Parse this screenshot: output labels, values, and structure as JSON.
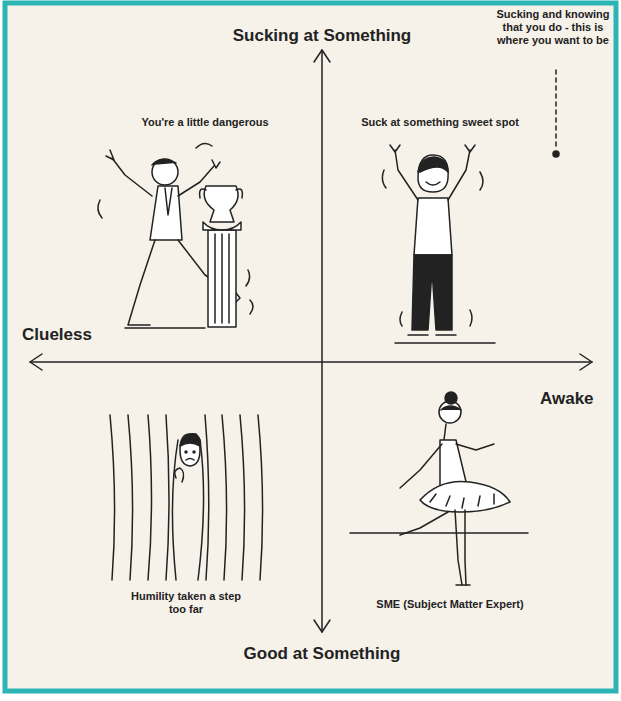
{
  "diagram": {
    "labels": [
      "Sucking at Something",
      "Sucking and knowing that you do - this is where you want to be",
      "You're a little dangerous",
      "Suck at something sweet spot",
      "Clueless",
      "Awake",
      "Humility taken a step too far",
      "SME (Subject Matter Expert)",
      "Good at Something"
    ]
  }
}
